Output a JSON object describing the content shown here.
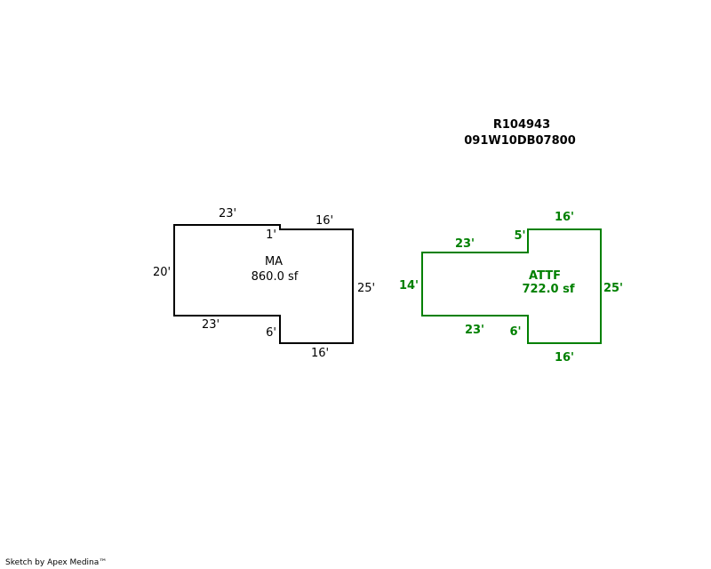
{
  "header": {
    "parcel_id": "R104943",
    "map_number": "091W10DB07800"
  },
  "main_area": {
    "label": "MA",
    "area": "860.0 sf",
    "color": "#000000",
    "dims": {
      "top_left": "23'",
      "step_top": "1'",
      "top_right": "16'",
      "left": "20'",
      "right": "25'",
      "bottom_left": "23'",
      "step_bottom": "6'",
      "bottom_right": "16'"
    }
  },
  "attached": {
    "label": "ATTF",
    "area": "722.0 sf",
    "color": "#008000",
    "dims": {
      "top_left": "23'",
      "step_top": "5'",
      "top_right": "16'",
      "left": "14'",
      "right": "25'",
      "bottom_left": "23'",
      "step_bottom": "6'",
      "bottom_right": "16'"
    }
  },
  "footer": {
    "credit": "Sketch by Apex Medina™"
  }
}
